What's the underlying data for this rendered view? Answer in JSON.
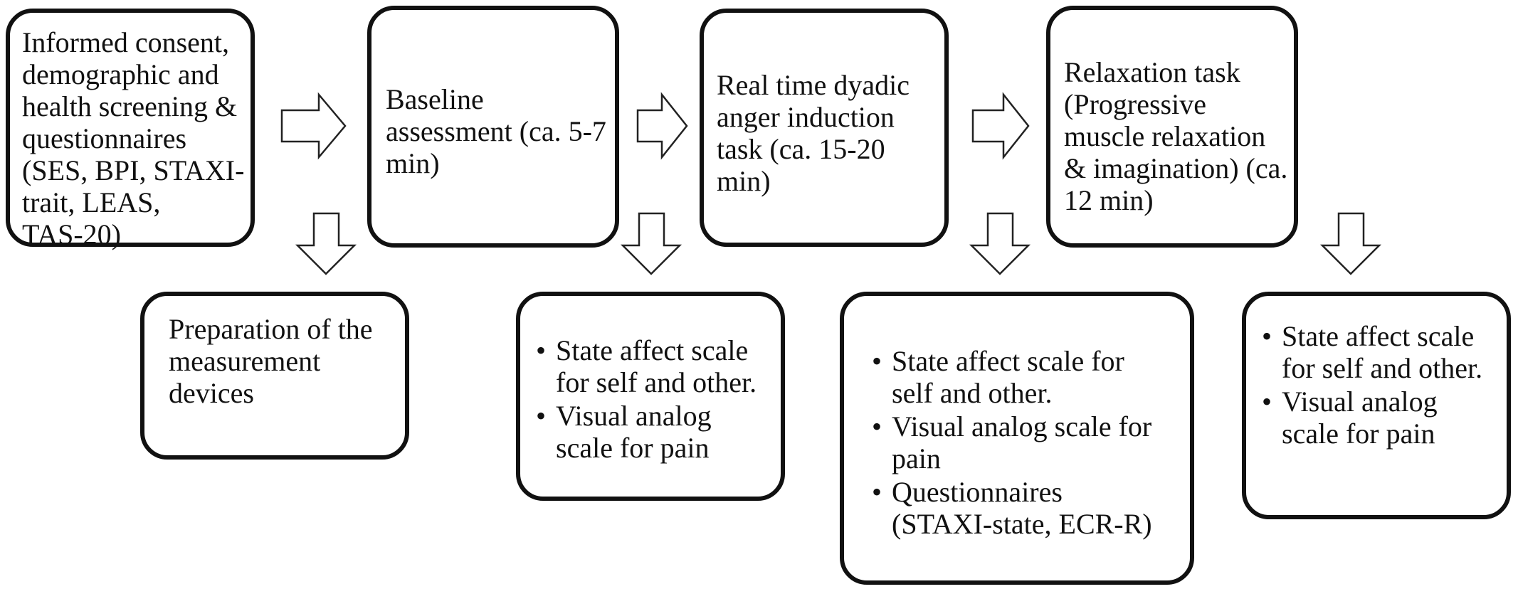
{
  "steps": [
    {
      "text": "Informed consent,\ndemographic and\nhealth screening &\nquestionnaires\n(SES, BPI, STAXI-\ntrait, LEAS,\nTAS-20)"
    },
    {
      "text": "Baseline\nassessment (ca. 5-7\nmin)"
    },
    {
      "text": "Real time dyadic\nanger induction\ntask (ca. 15-20\nmin)"
    },
    {
      "text": "Relaxation task\n(Progressive\nmuscle relaxation\n& imagination) (ca.\n12 min)"
    }
  ],
  "measures": [
    {
      "text": "Preparation of the\nmeasurement\ndevices"
    },
    {
      "items": [
        "State affect scale\nfor self and other.",
        "Visual analog\nscale for pain"
      ]
    },
    {
      "items": [
        "State affect scale for\nself and other.",
        "Visual analog scale for\npain",
        "Questionnaires\n(STAXI-state, ECR-R)"
      ]
    },
    {
      "items": [
        "State affect scale\nfor self and other.",
        "Visual analog\nscale for pain"
      ]
    }
  ]
}
